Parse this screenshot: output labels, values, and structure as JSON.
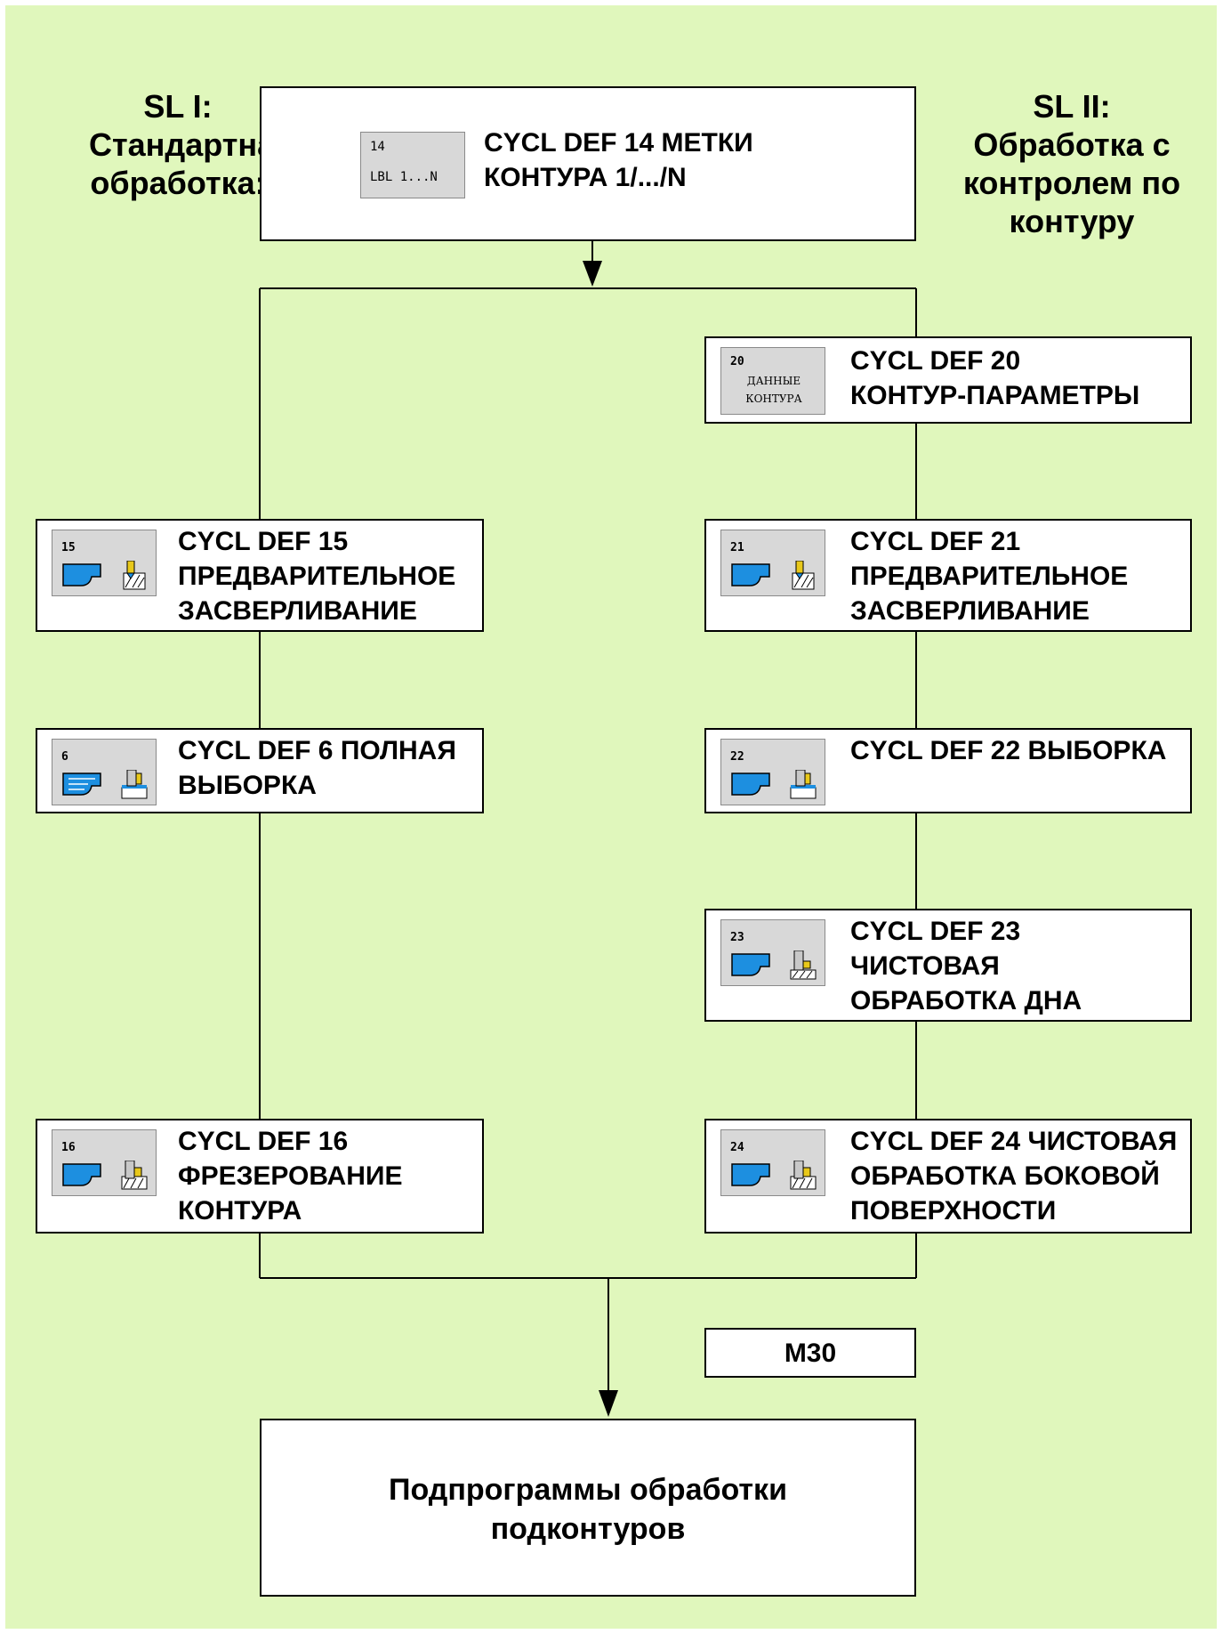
{
  "headings": {
    "left": [
      "SL I:",
      "Стандартная",
      "обработка:"
    ],
    "right": [
      "SL II:",
      "Обработка с",
      "контролем по",
      "контуру"
    ]
  },
  "top_box": {
    "icon": {
      "num": "14",
      "label": "LBL 1...N"
    },
    "lines": [
      "CYCL  DEF  14 МЕТКИ",
      "КОНТУРА  1/.../N"
    ]
  },
  "cycle20": {
    "icon": {
      "num": "20",
      "label1": "ДАННЫЕ",
      "label2": "КОНТУРА"
    },
    "lines": [
      "CYCL DEF 20",
      "КОНТУР-ПАРАМЕТРЫ"
    ]
  },
  "cycle15": {
    "icon": {
      "num": "15",
      "name": "pilot-drilling-icon"
    },
    "lines": [
      "CYCL DEF 15",
      "ПРЕДВАРИТЕЛЬНОЕ",
      "ЗАСВЕРЛИВАНИЕ"
    ]
  },
  "cycle21": {
    "icon": {
      "num": "21",
      "name": "pilot-drilling-icon"
    },
    "lines": [
      "CYCL DEF 21",
      "ПРЕДВАРИТЕЛЬНОЕ",
      "ЗАСВЕРЛИВАНИЕ"
    ]
  },
  "cycle6": {
    "icon": {
      "num": "6",
      "name": "rough-out-icon"
    },
    "lines": [
      "CYCL DEF 6 ПОЛНАЯ",
      "ВЫБОРКА"
    ]
  },
  "cycle22": {
    "icon": {
      "num": "22",
      "name": "rough-out-icon"
    },
    "lines": [
      "CYCL DEF 22 ВЫБОРКА"
    ]
  },
  "cycle23": {
    "icon": {
      "num": "23",
      "name": "floor-finishing-icon"
    },
    "lines": [
      "CYCL DEF 23",
      "ЧИСТОВАЯ",
      "ОБРАБОТКА ДНА"
    ]
  },
  "cycle16": {
    "icon": {
      "num": "16",
      "name": "contour-milling-icon"
    },
    "lines": [
      "CYCL DEF 16",
      "ФРЕЗЕРОВАНИЕ",
      "КОНТУРА"
    ]
  },
  "cycle24": {
    "icon": {
      "num": "24",
      "name": "side-finishing-icon"
    },
    "lines": [
      "CYCL DEF 24 ЧИСТОВАЯ",
      "ОБРАБОТКА БОКОВОЙ",
      "ПОВЕРХНОСТИ"
    ]
  },
  "m30": {
    "label": "M30"
  },
  "bottom_box": {
    "lines": [
      "Подпрограммы обработки",
      "подконтуров"
    ]
  },
  "colors": {
    "background": "#e0f7bc",
    "icon_blue": "#1d8fe0",
    "icon_gray": "#d8d8d8"
  }
}
